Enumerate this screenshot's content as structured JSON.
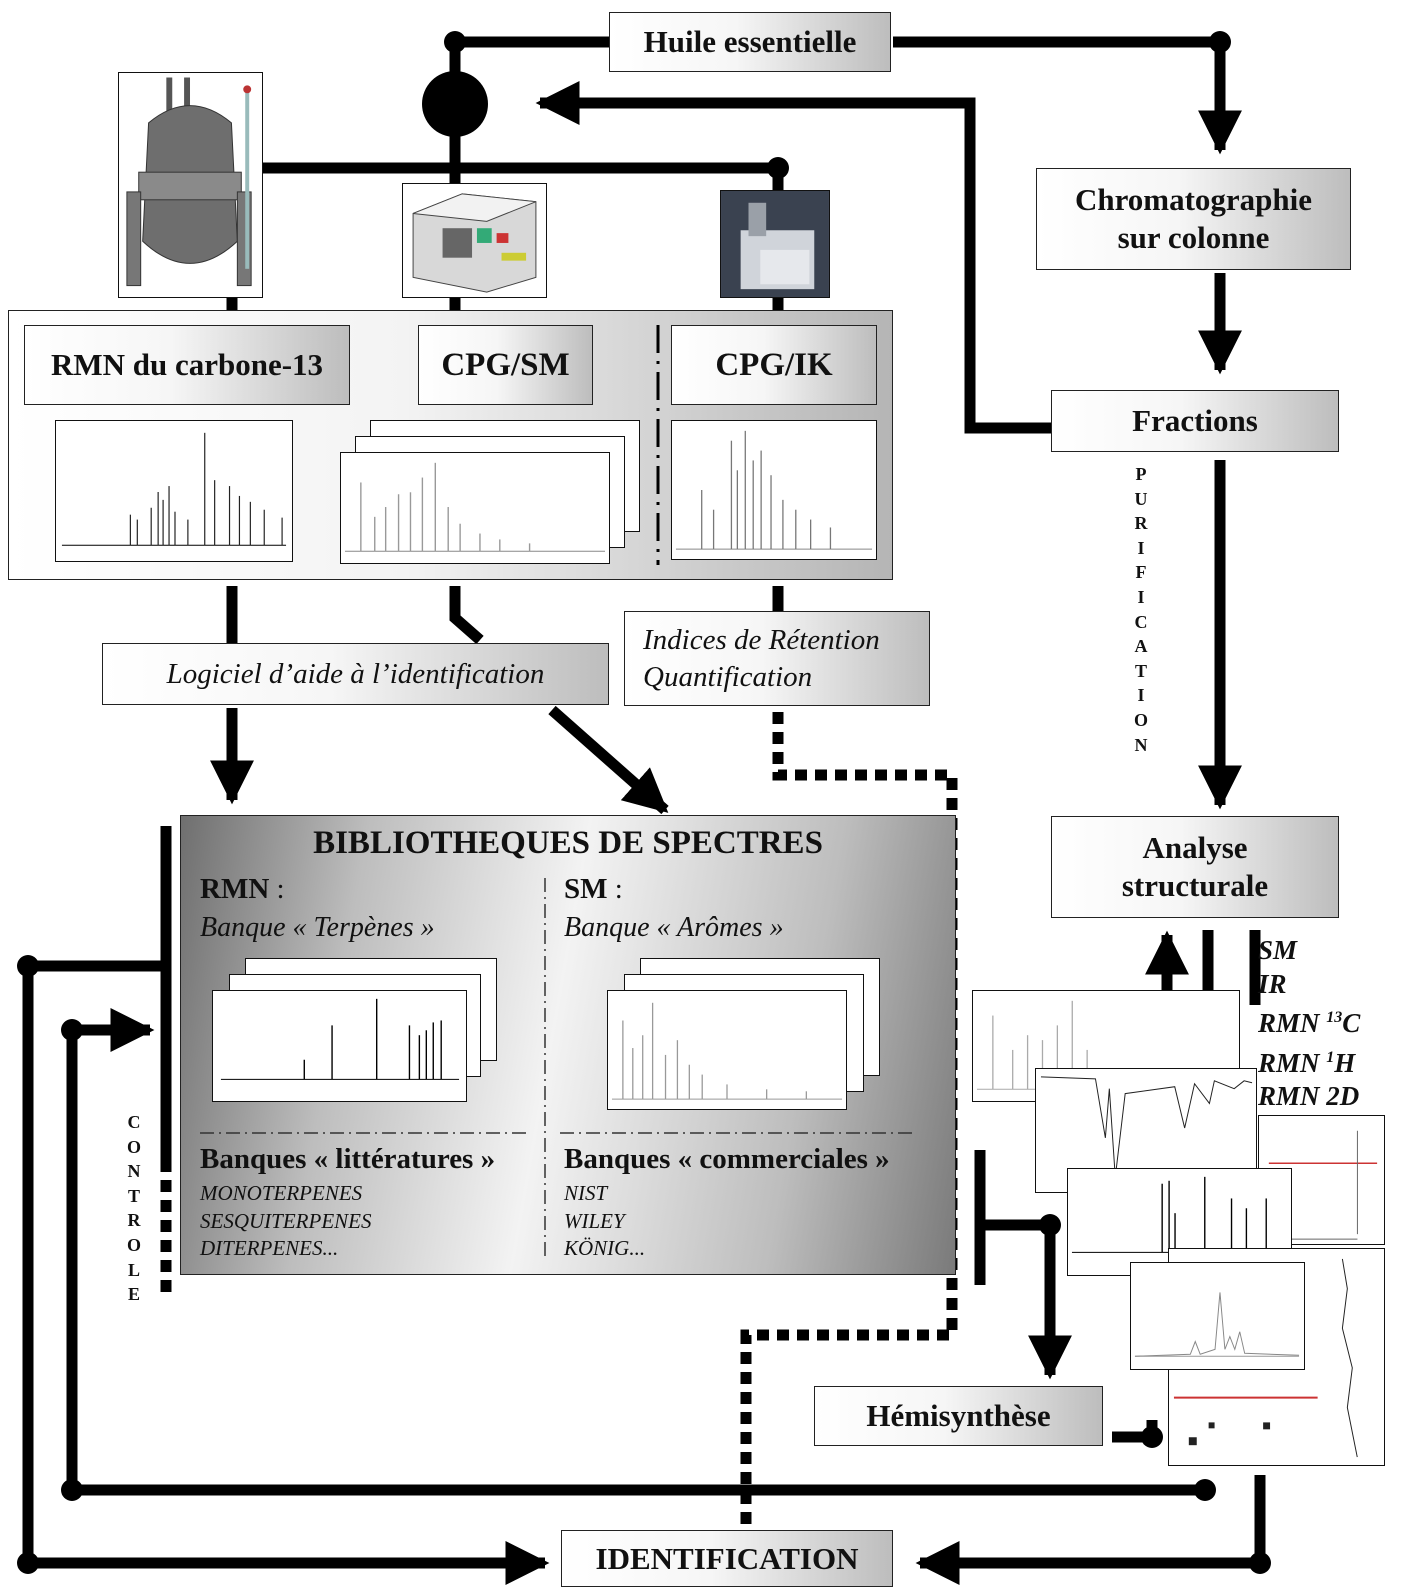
{
  "boxes": {
    "huile": "Huile essentielle",
    "chromatographie": "Chromatographie sur colonne",
    "fractions": "Fractions",
    "rmn13c": "RMN du carbone-13",
    "cpgsm": "CPG/SM",
    "cpgik": "CPG/IK",
    "logiciel": "Logiciel d’aide à l’identification",
    "indices_line1": "Indices de Rétention",
    "indices_line2": "Quantification",
    "analyse": "Analyse structurale",
    "hemisynthese": "Hémisynthèse",
    "identification": "IDENTIFICATION"
  },
  "purification": [
    "P",
    "U",
    "R",
    "I",
    "F",
    "I",
    "C",
    "A",
    "T",
    "I",
    "O",
    "N"
  ],
  "controle": [
    "C",
    "O",
    "N",
    "T",
    "R",
    "O",
    "L",
    "E"
  ],
  "library": {
    "title": "BIBLIOTHEQUES DE SPECTRES",
    "rmn_label": "RMN",
    "rmn_sep": " :",
    "rmn_bank": "Banque « Terpènes »",
    "sm_label": "SM",
    "sm_sep": " :",
    "sm_bank": "Banque « Arômes »",
    "lit_title": "Banques « littératures »",
    "lit_items": [
      "MONOTERPENES",
      "SESQUITERPENES",
      "DITERPENES..."
    ],
    "com_title": "Banques « commerciales »",
    "com_items": [
      "NIST",
      "WILEY",
      "KÖNIG..."
    ]
  },
  "structural_methods": {
    "sm": "SM",
    "ir": "IR",
    "rmn13c_prefix": "RMN ",
    "rmn13c_sup": "13",
    "rmn13c_suffix": "C",
    "rmn1h_prefix": "RMN ",
    "rmn1h_sup": "1",
    "rmn1h_suffix": "H",
    "rmn2d": "RMN 2D"
  },
  "icons": [
    "nmr-magnet-icon",
    "gc-ms-instrument-icon",
    "gc-instrument-icon",
    "junction-dot-icon"
  ],
  "colors": {
    "line": "#000000",
    "box_gradient_light": "#ffffff",
    "box_gradient_dark": "#b5b5b5"
  }
}
